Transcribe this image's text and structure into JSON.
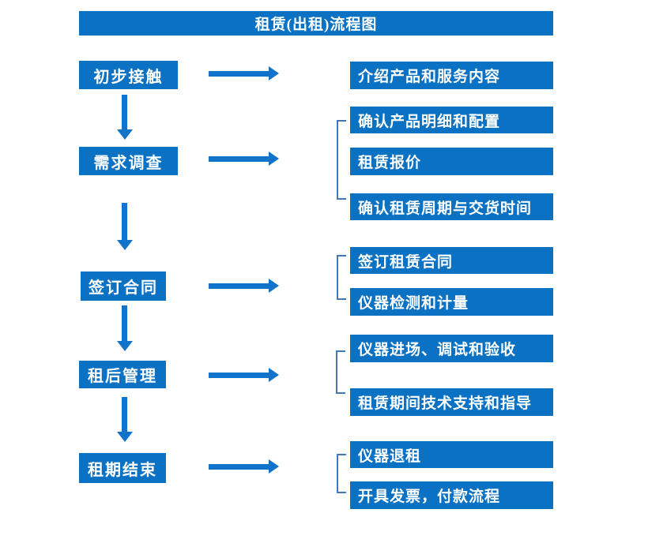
{
  "title": "租赁(出租)流程图",
  "colors": {
    "box_blue": "#0b71c3",
    "arrow_blue": "#1273cb",
    "bracket_blue": "#4179b5",
    "text_white": "#ffffff",
    "background": "#ffffff"
  },
  "stages": [
    {
      "label": "初步接触",
      "details": [
        "介绍产品和服务内容"
      ]
    },
    {
      "label": "需求调查",
      "details": [
        "确认产品明细和配置",
        "租赁报价",
        "确认租赁周期与交货时间"
      ]
    },
    {
      "label": "签订合同",
      "details": [
        "签订租赁合同",
        "仪器检测和计量"
      ]
    },
    {
      "label": "租后管理",
      "details": [
        "仪器进场、调试和验收",
        "租赁期间技术支持和指导"
      ]
    },
    {
      "label": "租期结束",
      "details": [
        "仪器退租",
        "开具发票，付款流程"
      ]
    }
  ]
}
